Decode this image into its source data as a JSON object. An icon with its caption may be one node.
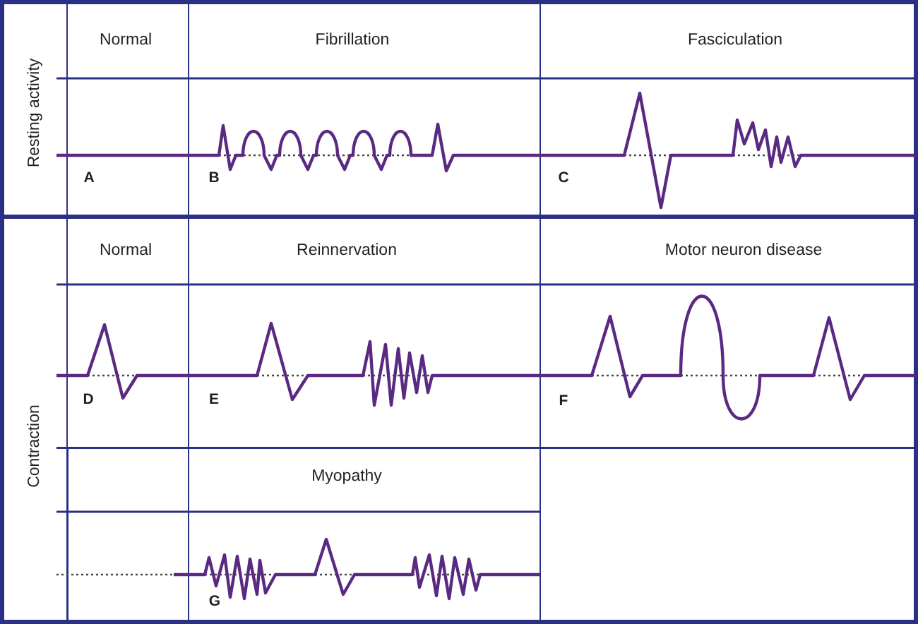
{
  "diagram": {
    "nodes": [
      {
        "text": [
          "Resting activity"
        ]
      },
      {
        "text": [
          "Normal",
          "A"
        ],
        "in": 0
      },
      {
        "text": [
          "Fibrillation",
          "B"
        ],
        "in": 0
      },
      {
        "text": [
          "Fasciculation",
          "C"
        ],
        "in": 0
      },
      {
        "text": [
          "Contraction"
        ]
      },
      {
        "text": [
          "Normal",
          "D"
        ],
        "in": 4
      },
      {
        "text": [
          "Reinnervation",
          "E"
        ],
        "in": 4
      },
      {
        "text": [
          "Motor neuron disease",
          "F"
        ],
        "in": 4
      },
      {
        "text": [
          "Myopathy",
          "G"
        ],
        "in": 4
      }
    ]
  }
}
